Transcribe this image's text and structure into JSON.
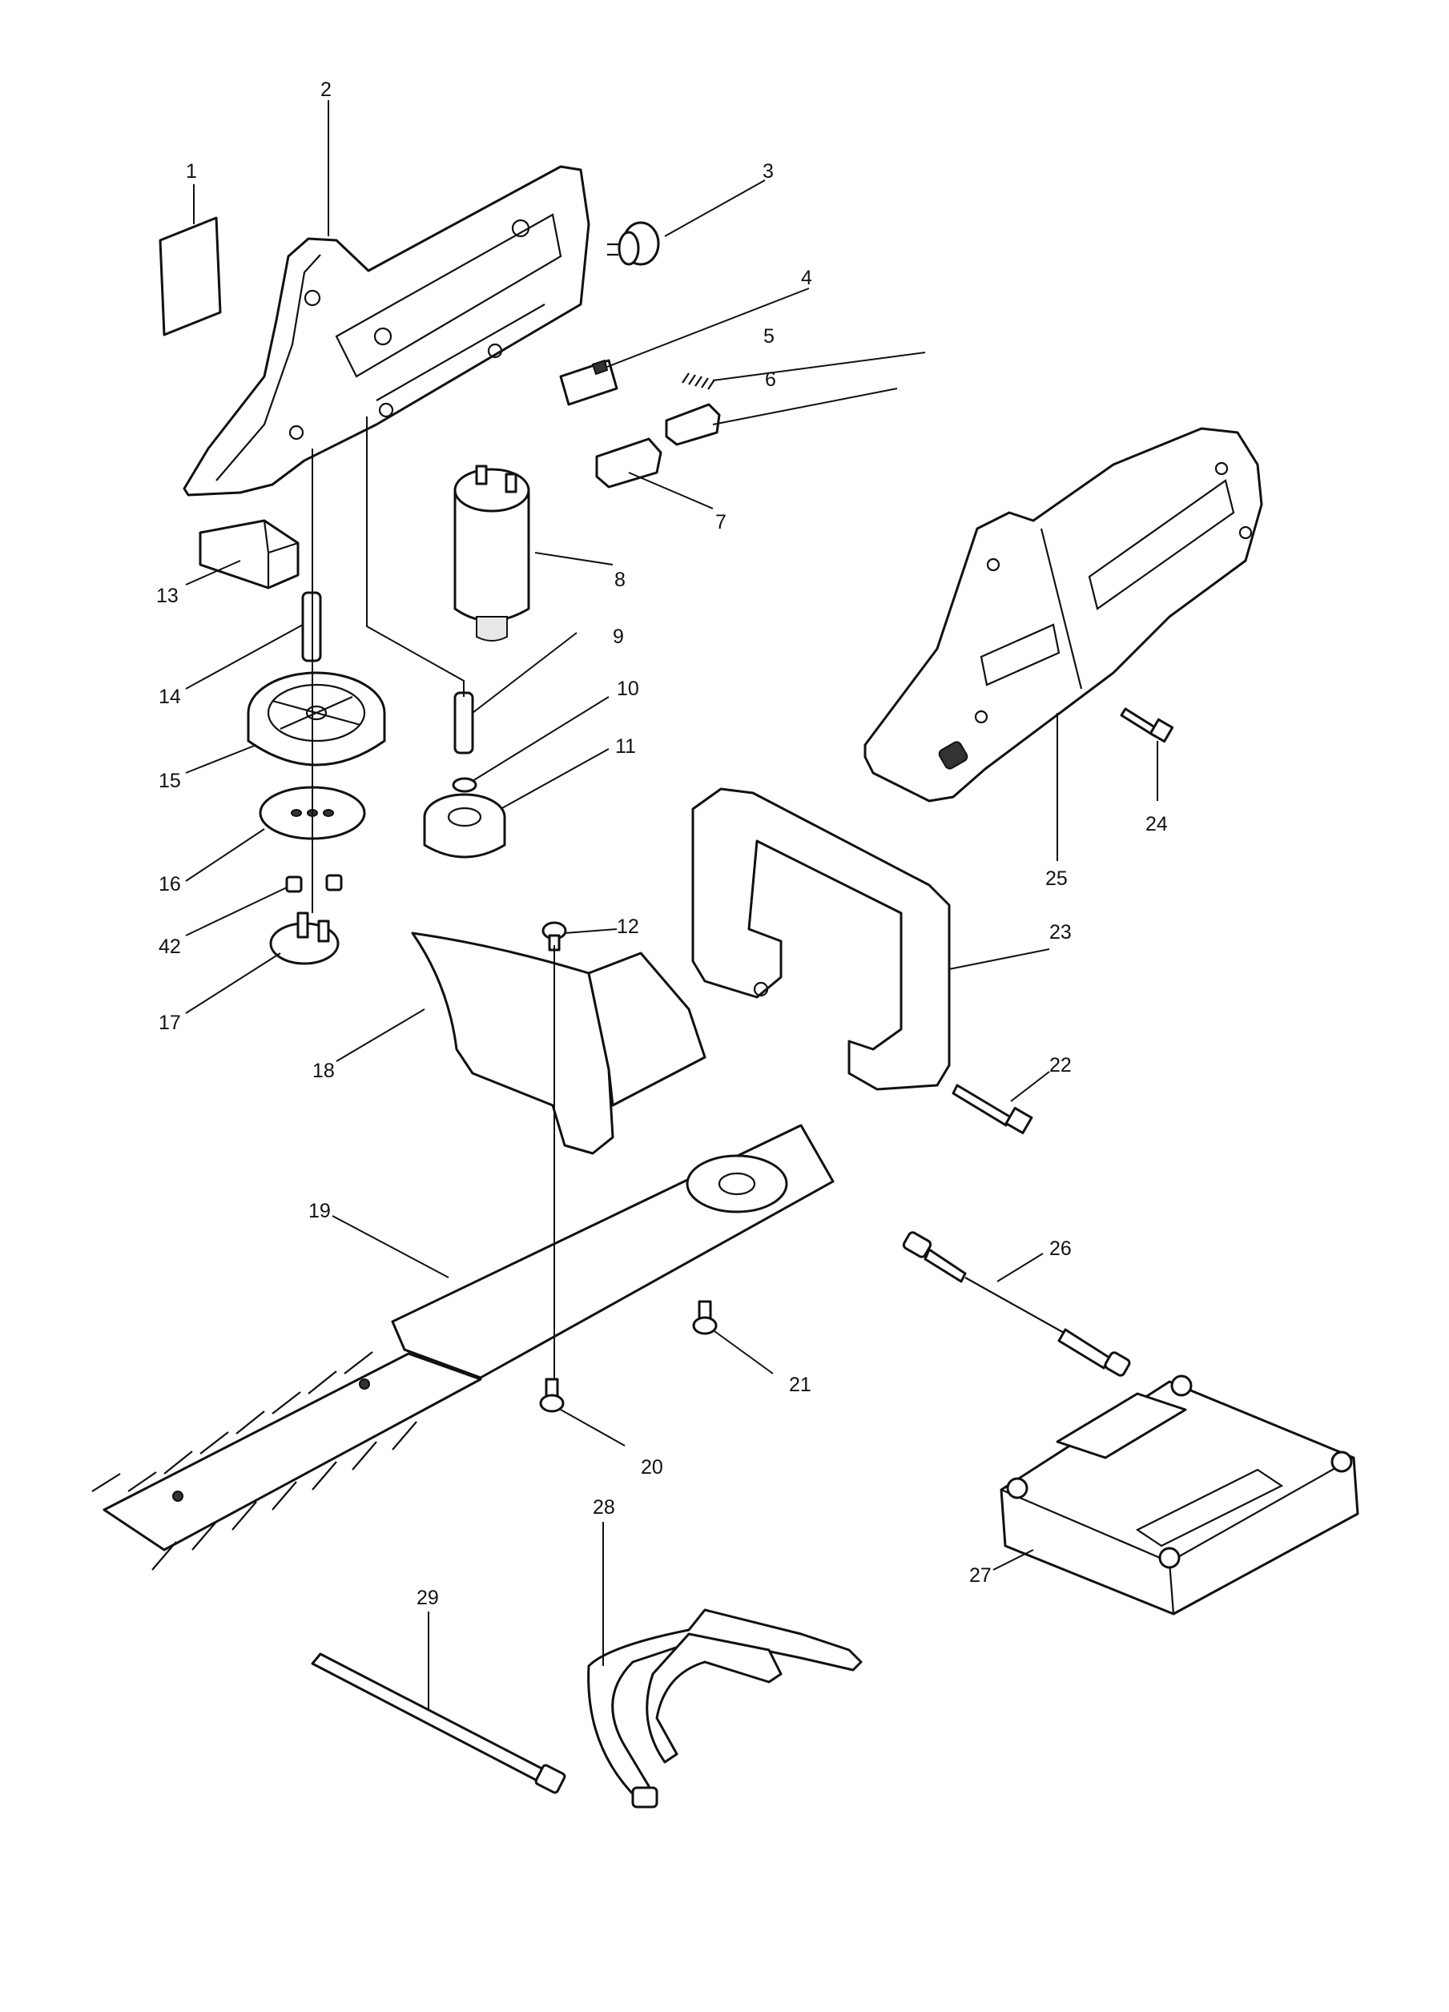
{
  "callouts": [
    {
      "id": "c1",
      "text": "1"
    },
    {
      "id": "c2",
      "text": "2"
    },
    {
      "id": "c3",
      "text": "3"
    },
    {
      "id": "c4",
      "text": "4"
    },
    {
      "id": "c5",
      "text": "5"
    },
    {
      "id": "c6",
      "text": "6"
    },
    {
      "id": "c7",
      "text": "7"
    },
    {
      "id": "c8",
      "text": "8"
    },
    {
      "id": "c9",
      "text": "9"
    },
    {
      "id": "c10",
      "text": "10"
    },
    {
      "id": "c11",
      "text": "11"
    },
    {
      "id": "c12",
      "text": "12"
    },
    {
      "id": "c13",
      "text": "13"
    },
    {
      "id": "c14",
      "text": "14"
    },
    {
      "id": "c15",
      "text": "15"
    },
    {
      "id": "c16",
      "text": "16"
    },
    {
      "id": "c17",
      "text": "17"
    },
    {
      "id": "c18",
      "text": "18"
    },
    {
      "id": "c19",
      "text": "19"
    },
    {
      "id": "c20",
      "text": "20"
    },
    {
      "id": "c21",
      "text": "21"
    },
    {
      "id": "c22",
      "text": "22"
    },
    {
      "id": "c23",
      "text": "23"
    },
    {
      "id": "c24",
      "text": "24"
    },
    {
      "id": "c25",
      "text": "25"
    },
    {
      "id": "c26",
      "text": "26"
    },
    {
      "id": "c27",
      "text": "27"
    },
    {
      "id": "c28",
      "text": "28"
    },
    {
      "id": "c29",
      "text": "29"
    },
    {
      "id": "c42",
      "text": "42"
    }
  ]
}
